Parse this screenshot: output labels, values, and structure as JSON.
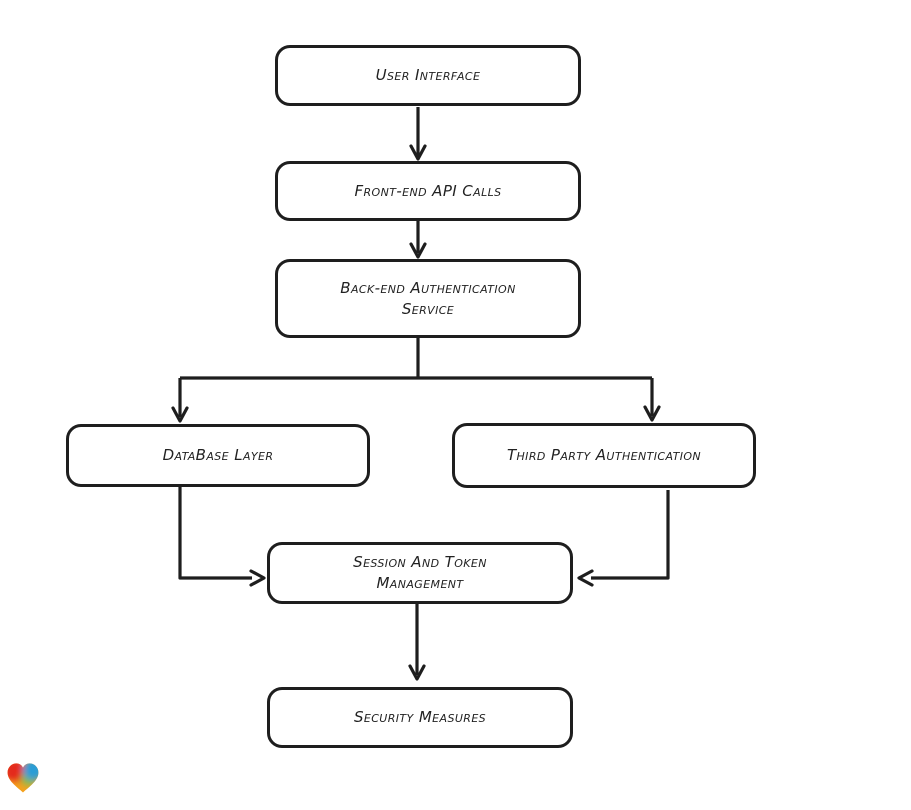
{
  "diagram": {
    "type": "flowchart",
    "direction": "top-down",
    "nodes": [
      {
        "id": "user-interface",
        "label": "User Interface"
      },
      {
        "id": "front-end-api-calls",
        "label": "Front-end API Calls"
      },
      {
        "id": "back-end-authentication-service",
        "label": "Back-end Authentication Service"
      },
      {
        "id": "database-layer",
        "label": "DataBase Layer"
      },
      {
        "id": "third-party-authentication",
        "label": "Third Party Authentication"
      },
      {
        "id": "session-and-token-management",
        "label": "Session And Token Management"
      },
      {
        "id": "security-measures",
        "label": "Security Measures"
      }
    ],
    "edges": [
      {
        "from": "user-interface",
        "to": "front-end-api-calls"
      },
      {
        "from": "front-end-api-calls",
        "to": "back-end-authentication-service"
      },
      {
        "from": "back-end-authentication-service",
        "to": "database-layer"
      },
      {
        "from": "back-end-authentication-service",
        "to": "third-party-authentication"
      },
      {
        "from": "database-layer",
        "to": "session-and-token-management"
      },
      {
        "from": "third-party-authentication",
        "to": "session-and-token-management"
      },
      {
        "from": "session-and-token-management",
        "to": "security-measures"
      }
    ],
    "style": {
      "node_fill": "#ffffff",
      "node_stroke": "#1e1e1e",
      "edge_stroke": "#1e1e1e",
      "text_color": "#222222",
      "look": "hand-drawn"
    }
  },
  "branding": {
    "logo_icon": "heart-logo-icon",
    "logo_colors": {
      "red": "#e42a1f",
      "orange": "#f6a01c",
      "green": "#84b93c",
      "blue": "#2b9dd6"
    }
  }
}
